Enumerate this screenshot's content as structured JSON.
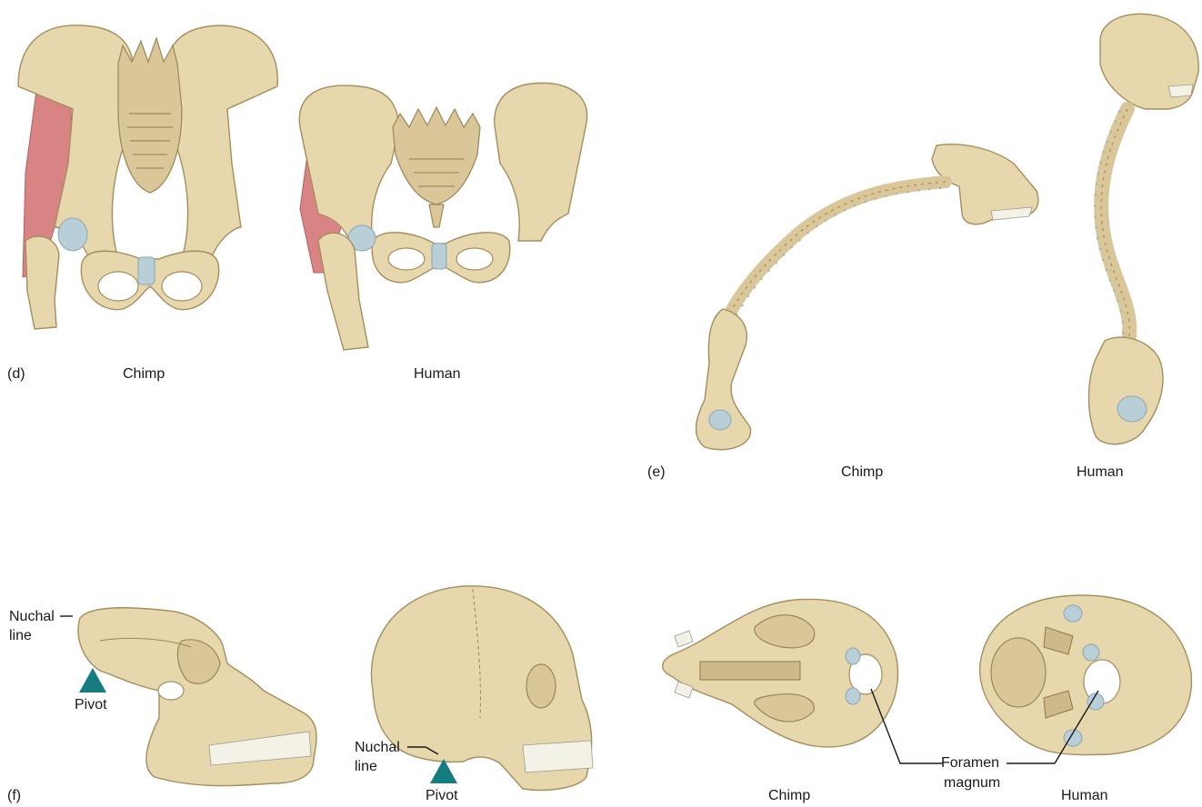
{
  "panels": {
    "d": {
      "letter": "(d)",
      "left_label": "Chimp",
      "right_label": "Human"
    },
    "e": {
      "letter": "(e)",
      "left_label": "Chimp",
      "right_label": "Human"
    },
    "f": {
      "letter": "(f)",
      "chimp_nuchal_label_1": "Nuchal",
      "chimp_nuchal_label_2": "line",
      "chimp_pivot_label": "Pivot",
      "human_nuchal_label_1": "Nuchal",
      "human_nuchal_label_2": "line",
      "human_pivot_label": "Pivot",
      "foramen_label_1": "Foramen",
      "foramen_label_2": "magnum",
      "base_left_label": "Chimp",
      "base_right_label": "Human"
    }
  },
  "colors": {
    "bone": "#e6d7ac",
    "muscle": "#d98484",
    "cartilage": "#b8cfd8",
    "pivot_marker": "#157d82"
  }
}
